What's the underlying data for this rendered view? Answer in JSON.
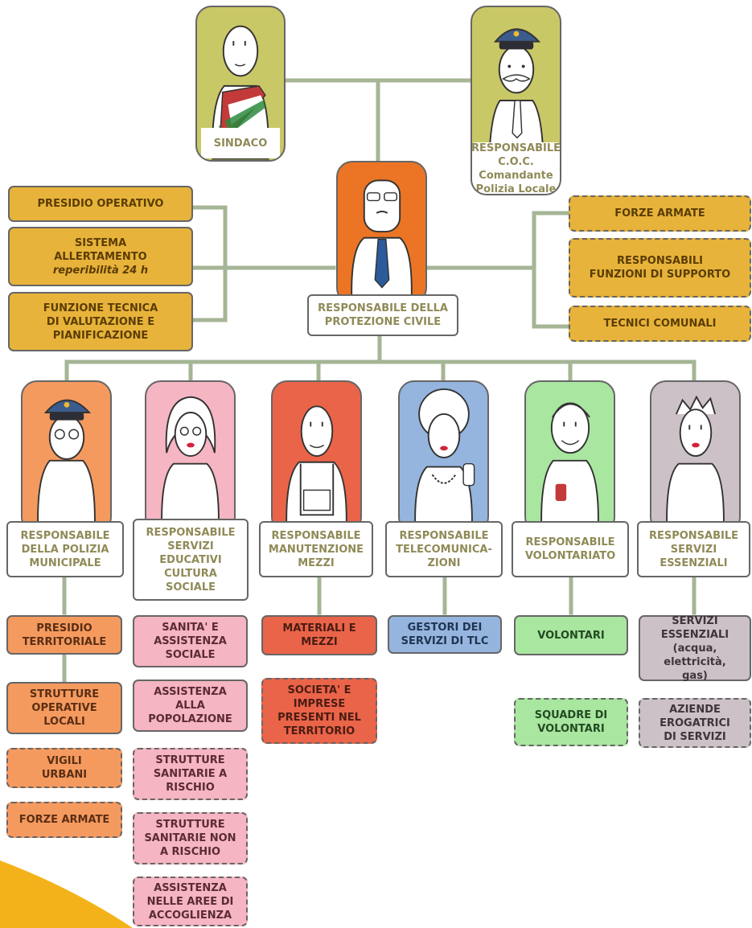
{
  "colors": {
    "connector": "#a5b595",
    "top_card": "#c9c867",
    "center_card": "#eb7525",
    "gold_box": "#e8b33a",
    "polizia": "#f59a5f",
    "servizi_educativi": "#f6b5c2",
    "manutenzione": "#ea6449",
    "telecomunicazioni": "#95b5df",
    "volontariato": "#a9e6a0",
    "servizi_essenziali": "#cdc1c8",
    "caption_text": "#8f8a57"
  },
  "top": {
    "sindaco": {
      "label": "SINDACO"
    },
    "coc": {
      "line1": "RESPONSABILE C.O.C.",
      "line2": "Comandante",
      "line3": "Polizia Locale"
    }
  },
  "center": {
    "line1": "RESPONSABILE DELLA",
    "line2": "PROTEZIONE CIVILE"
  },
  "left_boxes": {
    "presidio": "PRESIDIO OPERATIVO",
    "sistema_1": "SISTEMA",
    "sistema_2": "ALLERTAMENTO",
    "sistema_3": "reperibilità 24 h",
    "funzione_1": "FUNZIONE TECNICA",
    "funzione_2": "DI VALUTAZIONE E",
    "funzione_3": "PIANIFICAZIONE"
  },
  "right_boxes": {
    "forze": "FORZE ARMATE",
    "funzioni_1": "RESPONSABILI",
    "funzioni_2": "FUNZIONI DI SUPPORTO",
    "tecnici": "TECNICI COMUNALI"
  },
  "columns": {
    "polizia": {
      "caption": [
        "RESPONSABILE",
        "DELLA POLIZIA",
        "MUNICIPALE"
      ],
      "boxes": [
        [
          "PRESIDIO",
          "TERRITORIALE"
        ],
        [
          "STRUTTURE",
          "OPERATIVE",
          "LOCALI"
        ],
        [
          "VIGILI",
          "URBANI"
        ],
        [
          "FORZE ARMATE"
        ]
      ]
    },
    "educativi": {
      "caption": [
        "RESPONSABILE",
        "SERVIZI",
        "EDUCATIVI",
        "CULTURA",
        "SOCIALE"
      ],
      "boxes": [
        [
          "SANITA' E",
          "ASSISTENZA",
          "SOCIALE"
        ],
        [
          "ASSISTENZA",
          "ALLA",
          "POPOLAZIONE"
        ],
        [
          "STRUTTURE",
          "SANITARIE A",
          "RISCHIO"
        ],
        [
          "STRUTTURE",
          "SANITARIE NON",
          "A RISCHIO"
        ],
        [
          "ASSISTENZA",
          "NELLE AREE DI",
          "ACCOGLIENZA"
        ]
      ]
    },
    "manutenzione": {
      "caption": [
        "RESPONSABILE",
        "MANUTENZIONE",
        "MEZZI"
      ],
      "boxes": [
        [
          "MATERIALI E",
          "MEZZI"
        ],
        [
          "SOCIETA' E",
          "IMPRESE",
          "PRESENTI NEL",
          "TERRITORIO"
        ]
      ]
    },
    "telecom": {
      "caption": [
        "RESPONSABILE",
        "TELECOMUNICA-",
        "ZIONI"
      ],
      "boxes": [
        [
          "GESTORI DEI",
          "SERVIZI DI TLC"
        ]
      ]
    },
    "volontariato": {
      "caption": [
        "RESPONSABILE",
        "VOLONTARIATO"
      ],
      "boxes": [
        [
          "VOLONTARI"
        ],
        [
          "SQUADRE DI",
          "VOLONTARI"
        ]
      ]
    },
    "essenziali": {
      "caption": [
        "RESPONSABILE",
        "SERVIZI",
        "ESSENZIALI"
      ],
      "boxes": [
        [
          "SERVIZI",
          "ESSENZIALI",
          "(acqua, elettricità,",
          "gas)"
        ],
        [
          "AZIENDE",
          "EROGATRICI",
          "DI SERVIZI"
        ]
      ]
    }
  }
}
